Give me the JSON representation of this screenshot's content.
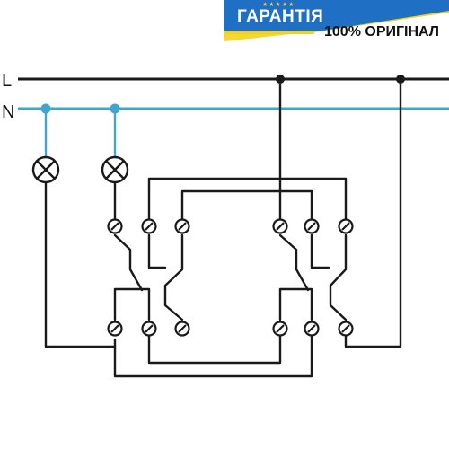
{
  "badge": {
    "guarantee_text": "ГАРАНТІЯ",
    "stars": "★★★★★",
    "original_text": "100% ОРИГІНАЛ",
    "colors": {
      "blue": "#1f6fc4",
      "yellow": "#f5d21a",
      "text_dark": "#111111"
    }
  },
  "rails": {
    "live_label": "L",
    "neutral_label": "N"
  },
  "components": {
    "lamp_count": 2,
    "switch_count": 2,
    "terminals_per_switch": 6
  },
  "colors": {
    "wire": "#1a1a1a",
    "neutral_wire": "#3fa6cf",
    "lamp_icon": "lamp-icon",
    "terminal_icon": "screw-terminal-icon"
  }
}
